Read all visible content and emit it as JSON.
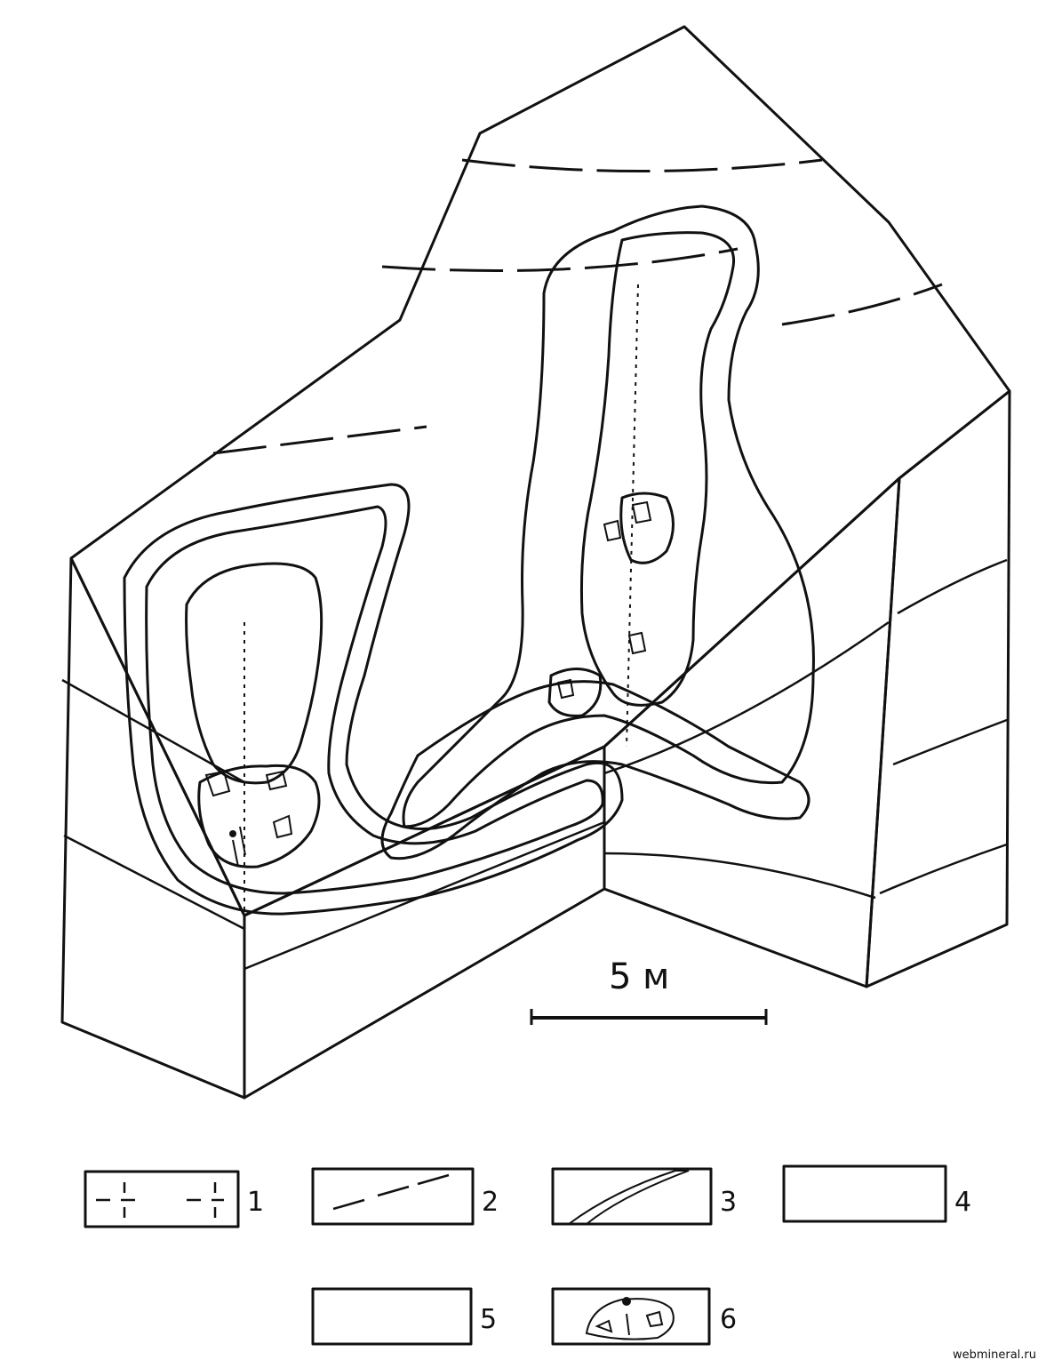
{
  "scale_bar": {
    "label": "5 м"
  },
  "legend": [
    {
      "num": "1",
      "pattern": "dashed-cross"
    },
    {
      "num": "2",
      "pattern": "dashed-diagonal"
    },
    {
      "num": "3",
      "pattern": "hatched-rim"
    },
    {
      "num": "4",
      "pattern": "coarse-cells"
    },
    {
      "num": "5",
      "pattern": "fine-cells-dotted"
    },
    {
      "num": "6",
      "pattern": "core-crystals"
    }
  ],
  "watermark": "webmineral.ru"
}
